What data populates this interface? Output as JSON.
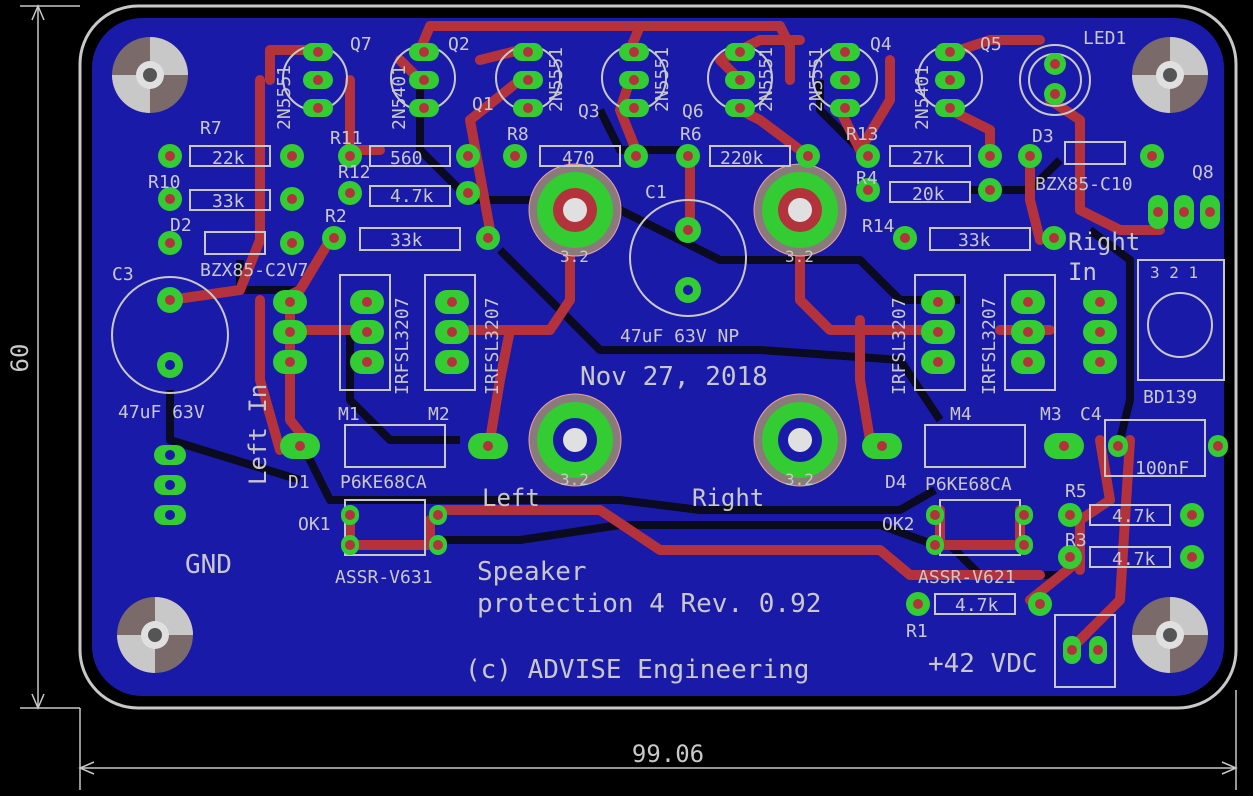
{
  "board": {
    "width_label": "99.06",
    "height_label": "60",
    "colors": {
      "background": "#000000",
      "board": "#1a1aa8",
      "copper_top": "#b4323c",
      "copper_bottom": "#0a0a20",
      "silk": "#c8c8c8",
      "pad": "#33cc33",
      "via_inner": "#aaaaaa"
    }
  },
  "texts": {
    "date": "Nov 27, 2018",
    "title1": "Speaker",
    "title2": "protection 4  Rev. 0.92",
    "copyright": "(c) ADVISE Engineering",
    "power": "+42 VDC",
    "gnd": "GND",
    "left_in": "Left In",
    "right": "Right",
    "in": "In",
    "left_out": "Left",
    "right_out": "Right"
  },
  "parts": {
    "q7": "Q7",
    "q7v": "2N5551",
    "q2": "Q2",
    "q2v": "2N5401",
    "q1": "Q1",
    "q1v": "2N5551",
    "q3": "Q3",
    "q3v": "2N5551",
    "q6": "Q6",
    "q6v": "2N5551",
    "q4": "Q4",
    "q5": "Q5",
    "q5v": "2N5401",
    "led1": "LED1",
    "r7": "R7",
    "r7v": "22k",
    "r10": "R10",
    "r10v": "33k",
    "r11": "R11",
    "r11v": "560",
    "r12": "R12",
    "r12v": "4.7k",
    "r8": "R8",
    "r8v": "470",
    "r6": "R6",
    "r6v": "220k",
    "r13": "R13",
    "r13v": "27k",
    "r4": "R4",
    "r4v": "20k",
    "r2": "R2",
    "r2v": "33k",
    "r14": "R14",
    "r14v": "33k",
    "d2": "D2",
    "d2v": "BZX85-C2V7",
    "d3": "D3",
    "d3v": "BZX85-C10",
    "c1": "C1",
    "c1v": "47uF 63V NP",
    "c3": "C3",
    "c3v": "47uF 63V",
    "c4": "C4",
    "c4v": "100nF",
    "q8": "Q8",
    "q8v": "BD139",
    "q8pins": "3 2 1",
    "irf": "IRFSL3207",
    "m1": "M1",
    "m2": "M2",
    "m3": "M3",
    "m4": "M4",
    "d1": "D1",
    "d1v": "P6KE68CA",
    "d4": "D4",
    "d4v": "P6KE68CA",
    "ok1": "OK1",
    "ok1v": "ASSR-V631",
    "ok2": "OK2",
    "ok2v": "ASSR-V621",
    "r5": "R5",
    "r5v": "4.7k",
    "r3": "R3",
    "r3v": "4.7k",
    "r1": "R1",
    "r1v": "4.7k",
    "pad_label": "3.2"
  }
}
